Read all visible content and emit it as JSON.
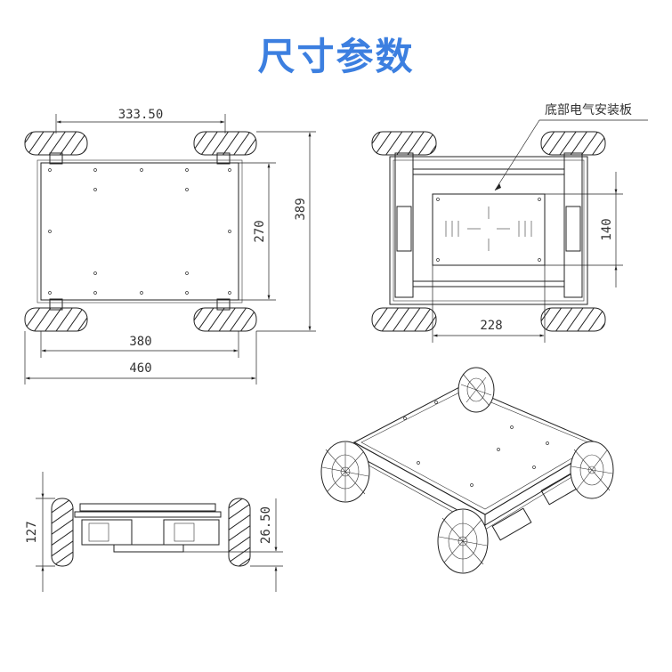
{
  "title": "尺寸参数",
  "top_view": {
    "dim_width_top": "333.50",
    "dim_height_inner": "270",
    "dim_height_outer": "389",
    "dim_width_inner": "380",
    "dim_width_outer": "460"
  },
  "bottom_view": {
    "callout_label": "底部电气安装板",
    "dim_height": "140",
    "dim_width": "228"
  },
  "side_view": {
    "dim_height_total": "127",
    "dim_ground_clearance": "26.50"
  }
}
